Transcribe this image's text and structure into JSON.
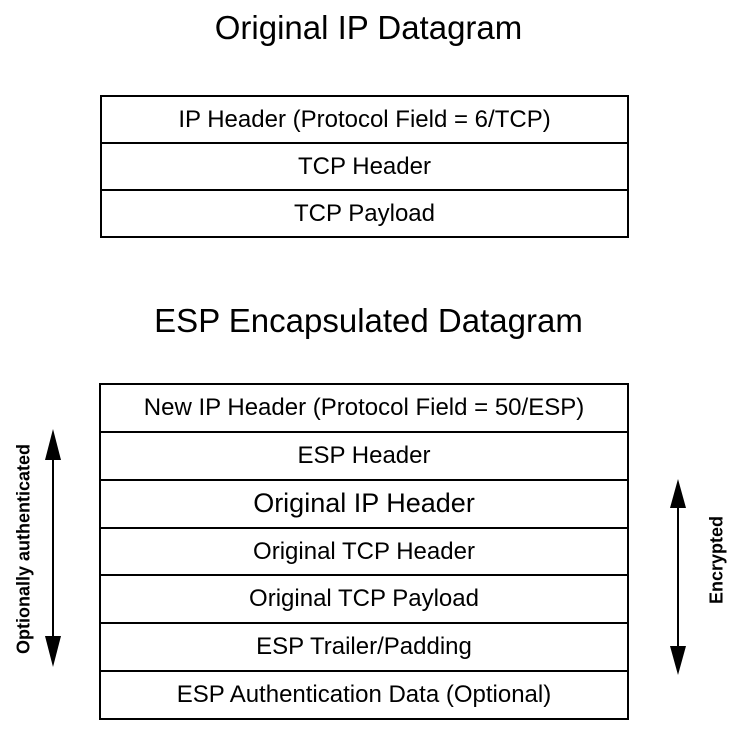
{
  "diagram": {
    "original": {
      "title": "Original IP Datagram",
      "rows": [
        "IP Header (Protocol Field = 6/TCP)",
        "TCP Header",
        "TCP Payload"
      ]
    },
    "esp": {
      "title": "ESP Encapsulated Datagram",
      "rows": [
        "New IP Header (Protocol Field = 50/ESP)",
        "ESP Header",
        "Original IP Header",
        "Original TCP Header",
        "Original TCP Payload",
        "ESP Trailer/Padding",
        "ESP Authentication Data (Optional)"
      ]
    },
    "annotations": {
      "left_label": "Optionally authenticated",
      "right_label": "Encrypted"
    },
    "colors": {
      "line": "#000000",
      "text": "#000000",
      "background": "#ffffff"
    }
  }
}
